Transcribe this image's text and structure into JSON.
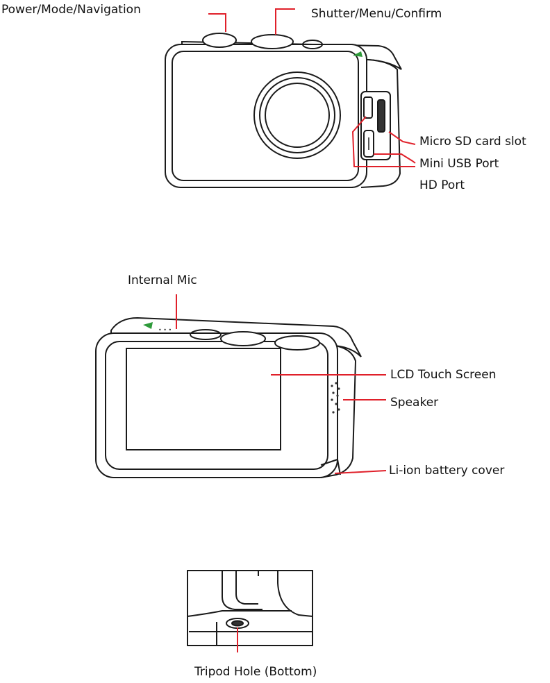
{
  "labels": {
    "power_mode_navigation": "Power/Mode/Navigation",
    "shutter_menu_confirm": "Shutter/Menu/Confirm",
    "micro_sd_card_slot": "Micro SD card slot",
    "mini_usb_port": "Mini USB Port",
    "hd_port": "HD Port",
    "internal_mic": "Internal Mic",
    "lcd_touch_screen": "LCD Touch Screen",
    "speaker": "Speaker",
    "li_ion_battery_cover": "Li-ion battery cover",
    "tripod_hole": "Tripod Hole (Bottom)"
  },
  "colors": {
    "leader_line": "#e0202a",
    "outline": "#1a1a1a",
    "indicator": "#2e9a3a"
  }
}
